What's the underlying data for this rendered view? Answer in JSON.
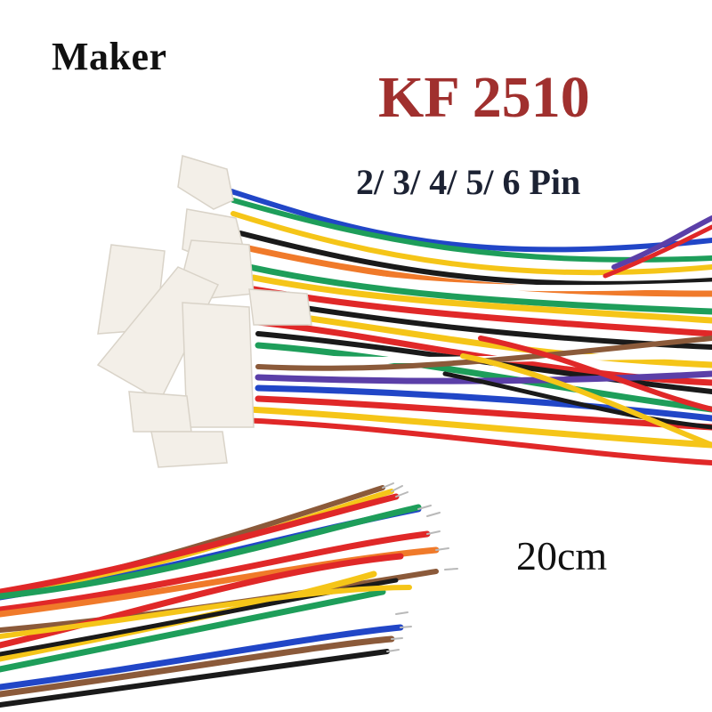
{
  "labels": {
    "brand": "Maker",
    "model": "KF 2510",
    "pin_options": "2/ 3/ 4/ 5/ 6 Pin",
    "length": "20cm"
  },
  "colors": {
    "model_text": "#a0302e",
    "pin_text": "#1c2233",
    "brand_text": "#111111",
    "connector_body": "#f3efe8",
    "wire_palette": [
      "#e02828",
      "#f5c518",
      "#1e9e5a",
      "#2146c7",
      "#ffffff",
      "#1a1a1a",
      "#f07a2a",
      "#8b5a3a",
      "#5b3fa8"
    ]
  },
  "scene": {
    "subject": "KF2510 connector wire harnesses with multi-colored wires",
    "upper_bundle": "connectors at left end, wires fanning right",
    "lower_bundle": "loose tinned wire ends pointing upper-right"
  }
}
